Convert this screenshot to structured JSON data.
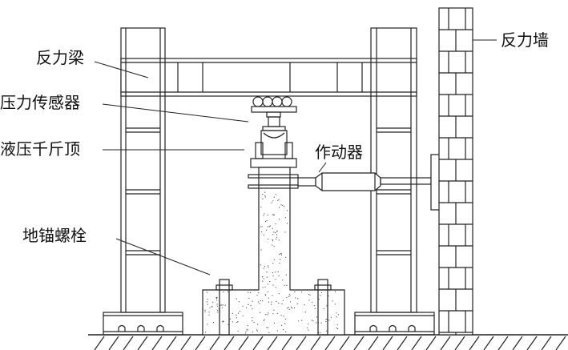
{
  "labels": {
    "reaction_beam": "反力梁",
    "pressure_sensor": "压力传感器",
    "hydraulic_jack": "液压千斤顶",
    "actuator": "作动器",
    "anchor_bolt": "地锚螺栓",
    "reaction_wall": "反力墙"
  },
  "colors": {
    "line": "#222222",
    "background": "#ffffff"
  }
}
